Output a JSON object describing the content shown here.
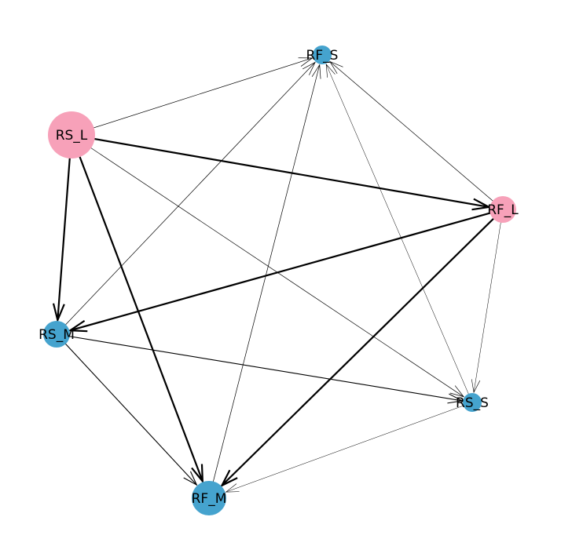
{
  "graph": {
    "colors": {
      "pink_node": "#F7A1B9",
      "blue_node": "#45A3CE",
      "edge": "#000000",
      "background": "#FFFFFF"
    },
    "nodes": [
      {
        "id": "RS_L",
        "label": "RS_L",
        "color": "pink_node",
        "size": "large"
      },
      {
        "id": "RF_S",
        "label": "RF_S",
        "color": "blue_node",
        "size": "small"
      },
      {
        "id": "RF_L",
        "label": "RF_L",
        "color": "pink_node",
        "size": "medium"
      },
      {
        "id": "RS_M",
        "label": "RS_M",
        "color": "blue_node",
        "size": "medium"
      },
      {
        "id": "RS_S",
        "label": "RS_S",
        "color": "blue_node",
        "size": "small"
      },
      {
        "id": "RF_M",
        "label": "RF_M",
        "color": "blue_node",
        "size": "medium-large"
      }
    ],
    "edges": [
      {
        "source": "RS_L",
        "target": "RS_M",
        "weight": "heavy"
      },
      {
        "source": "RS_L",
        "target": "RF_M",
        "weight": "heavy"
      },
      {
        "source": "RS_L",
        "target": "RF_L",
        "weight": "heavy"
      },
      {
        "source": "RS_L",
        "target": "RF_S",
        "weight": "thin"
      },
      {
        "source": "RS_L",
        "target": "RS_S",
        "weight": "thin"
      },
      {
        "source": "RF_L",
        "target": "RS_M",
        "weight": "heavy"
      },
      {
        "source": "RF_L",
        "target": "RF_M",
        "weight": "heavy"
      },
      {
        "source": "RF_L",
        "target": "RF_S",
        "weight": "thin"
      },
      {
        "source": "RF_L",
        "target": "RS_S",
        "weight": "hair"
      },
      {
        "source": "RS_M",
        "target": "RS_S",
        "weight": "medium"
      },
      {
        "source": "RS_M",
        "target": "RF_M",
        "weight": "medium"
      },
      {
        "source": "RS_M",
        "target": "RF_S",
        "weight": "thin"
      },
      {
        "source": "RF_M",
        "target": "RF_S",
        "weight": "thin"
      },
      {
        "source": "RS_S",
        "target": "RF_S",
        "weight": "hair"
      },
      {
        "source": "RS_S",
        "target": "RF_M",
        "weight": "hair"
      }
    ]
  }
}
